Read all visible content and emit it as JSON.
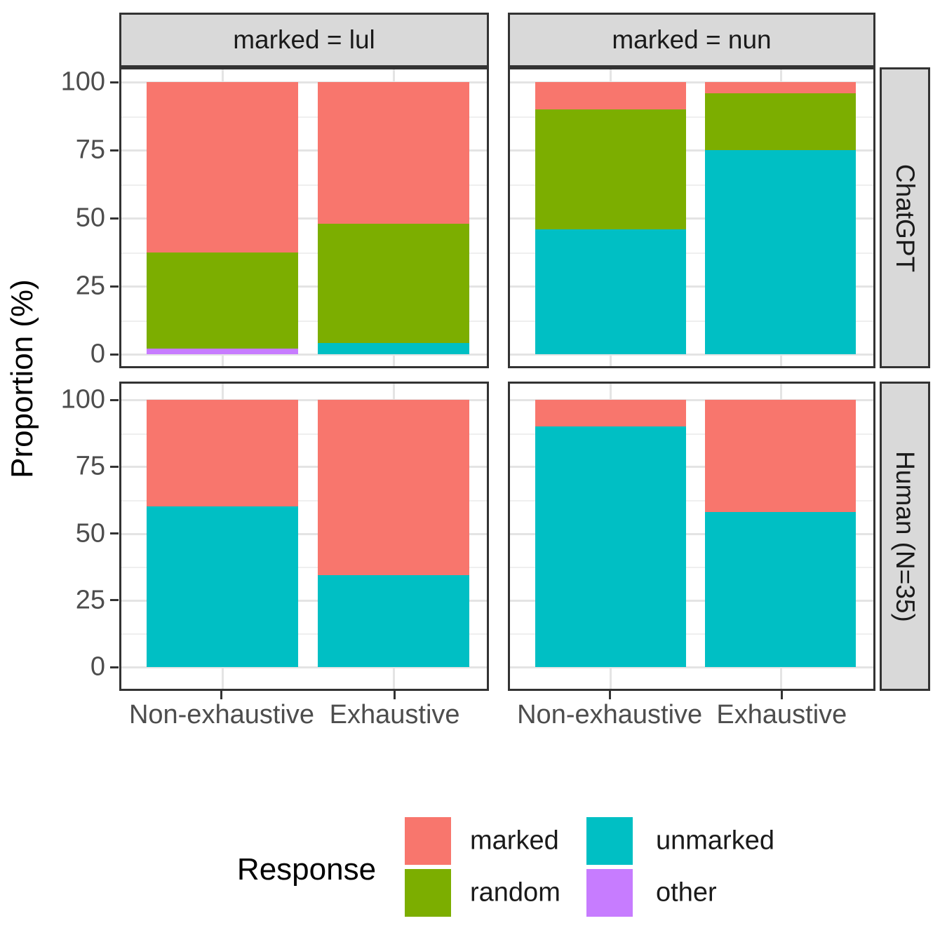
{
  "chart_data": {
    "type": "bar",
    "stacking": "percent",
    "title": "",
    "ylabel": "Proportion (%)",
    "ylim": [
      0,
      100
    ],
    "y_ticks": [
      0,
      25,
      50,
      75,
      100
    ],
    "y_minor_ticks": [
      12.5,
      37.5,
      62.5,
      87.5
    ],
    "x_categories": [
      "Non-exhaustive",
      "Exhaustive"
    ],
    "facet_cols": [
      "marked = lul",
      "marked = nun"
    ],
    "facet_rows": [
      "ChatGPT",
      "Human (N=35)"
    ],
    "stack_order_bottom_to_top": [
      "other",
      "unmarked",
      "random",
      "marked"
    ],
    "colors": {
      "marked": "#F8766D",
      "random": "#7CAE00",
      "unmarked": "#00BFC4",
      "other": "#C77CFF"
    },
    "panels": [
      {
        "row": "ChatGPT",
        "col": "marked = lul",
        "bars": [
          {
            "category": "Non-exhaustive",
            "segments": {
              "marked": 62.5,
              "random": 35.5,
              "unmarked": 0,
              "other": 2
            }
          },
          {
            "category": "Exhaustive",
            "segments": {
              "marked": 52,
              "random": 44,
              "unmarked": 4,
              "other": 0
            }
          }
        ]
      },
      {
        "row": "ChatGPT",
        "col": "marked = nun",
        "bars": [
          {
            "category": "Non-exhaustive",
            "segments": {
              "marked": 10,
              "random": 44,
              "unmarked": 46,
              "other": 0
            }
          },
          {
            "category": "Exhaustive",
            "segments": {
              "marked": 4,
              "random": 21,
              "unmarked": 75,
              "other": 0
            }
          }
        ]
      },
      {
        "row": "Human (N=35)",
        "col": "marked = lul",
        "bars": [
          {
            "category": "Non-exhaustive",
            "segments": {
              "marked": 40,
              "random": 0,
              "unmarked": 60,
              "other": 0
            }
          },
          {
            "category": "Exhaustive",
            "segments": {
              "marked": 65.5,
              "random": 0,
              "unmarked": 34.5,
              "other": 0
            }
          }
        ]
      },
      {
        "row": "Human (N=35)",
        "col": "marked = nun",
        "bars": [
          {
            "category": "Non-exhaustive",
            "segments": {
              "marked": 10,
              "random": 0,
              "unmarked": 90,
              "other": 0
            }
          },
          {
            "category": "Exhaustive",
            "segments": {
              "marked": 42,
              "random": 0,
              "unmarked": 58,
              "other": 0
            }
          }
        ]
      }
    ],
    "legend": {
      "title": "Response",
      "position": "bottom",
      "entries": [
        {
          "label": "marked",
          "color": "#F8766D"
        },
        {
          "label": "random",
          "color": "#7CAE00"
        },
        {
          "label": "unmarked",
          "color": "#00BFC4"
        },
        {
          "label": "other",
          "color": "#C77CFF"
        }
      ]
    }
  }
}
